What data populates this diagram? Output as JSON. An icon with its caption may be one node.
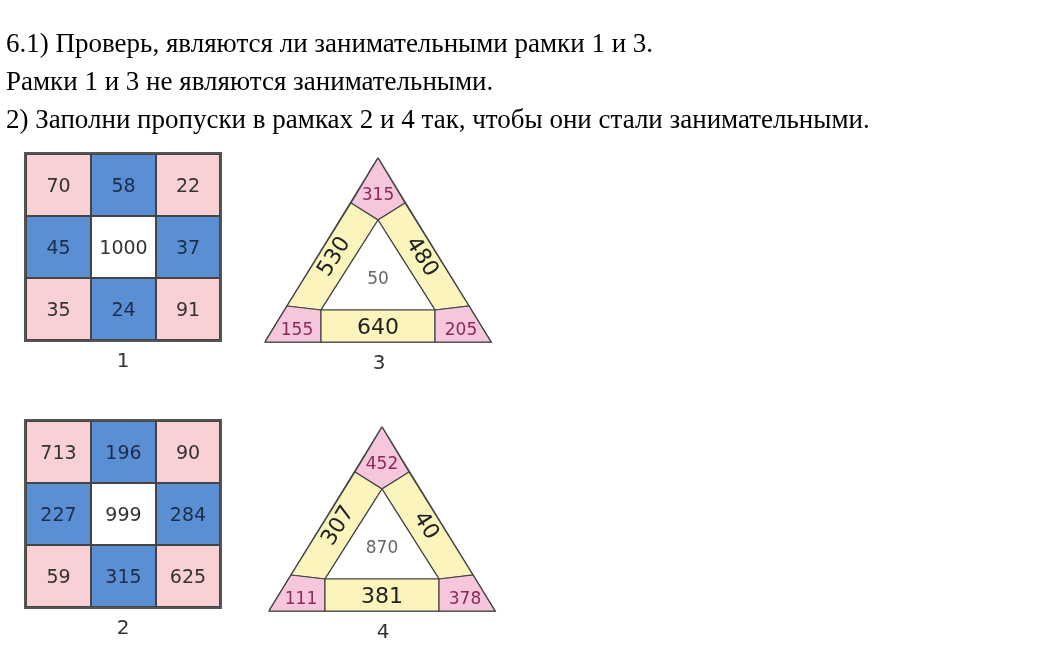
{
  "diagram": {
    "labels": [
      "6.1) Проверь, являются ли занимательными рамки 1 и 3.",
      "Рамки 1 и 3 не являются занимательными.",
      "2) Заполни пропуски в рамках 2 и 4 так, чтобы они стали занимательными."
    ],
    "nodes": [
      {
        "text": [],
        "shape": "box",
        "beside": [
          "1"
        ]
      },
      {
        "text": [
          "70"
        ],
        "in": 0
      },
      {
        "text": [
          "58"
        ],
        "in": 0
      },
      {
        "text": [
          "22"
        ],
        "in": 0
      },
      {
        "text": [
          "45"
        ],
        "in": 0
      },
      {
        "text": [
          "1000"
        ],
        "in": 0
      },
      {
        "text": [
          "37"
        ],
        "in": 0
      },
      {
        "text": [
          "35"
        ],
        "in": 0
      },
      {
        "text": [
          "24"
        ],
        "in": 0
      },
      {
        "text": [
          "91"
        ],
        "in": 0
      },
      {
        "text": [],
        "shape": "triangle",
        "beside": [
          "3"
        ]
      },
      {
        "text": [
          "315"
        ],
        "in": 10
      },
      {
        "text": [
          "530"
        ],
        "in": 10
      },
      {
        "text": [
          "480"
        ],
        "in": 10
      },
      {
        "text": [
          "50"
        ],
        "in": 10
      },
      {
        "text": [
          "155"
        ],
        "in": 10
      },
      {
        "text": [
          "640"
        ],
        "in": 10
      },
      {
        "text": [
          "205"
        ],
        "in": 10
      },
      {
        "text": [],
        "shape": "box",
        "beside": [
          "2"
        ]
      },
      {
        "text": [
          "713"
        ],
        "in": 18
      },
      {
        "text": [
          "196"
        ],
        "in": 18
      },
      {
        "text": [
          "90"
        ],
        "in": 18
      },
      {
        "text": [
          "227"
        ],
        "in": 18
      },
      {
        "text": [
          "999"
        ],
        "in": 18
      },
      {
        "text": [
          "284"
        ],
        "in": 18
      },
      {
        "text": [
          "59"
        ],
        "in": 18
      },
      {
        "text": [
          "315"
        ],
        "in": 18
      },
      {
        "text": [
          "625"
        ],
        "in": 18
      },
      {
        "text": [],
        "shape": "triangle",
        "beside": [
          "4"
        ]
      },
      {
        "text": [
          "452"
        ],
        "in": 28
      },
      {
        "text": [
          "307"
        ],
        "in": 28
      },
      {
        "text": [
          "40"
        ],
        "in": 28
      },
      {
        "text": [
          "870"
        ],
        "in": 28
      },
      {
        "text": [
          "111"
        ],
        "in": 28
      },
      {
        "text": [
          "381"
        ],
        "in": 28
      },
      {
        "text": [
          "378"
        ],
        "in": 28
      }
    ]
  }
}
